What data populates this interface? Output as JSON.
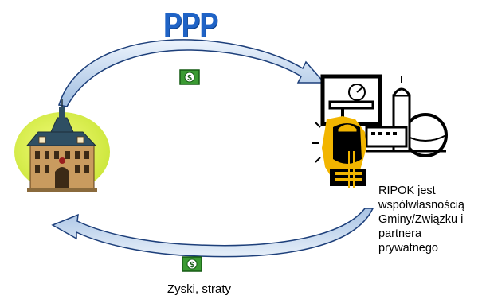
{
  "title": "PPP",
  "partner_description": {
    "lines": [
      "RIPOK jest",
      "współwłasnością",
      "Gminy/Związku i",
      "partnera",
      "prywatnego"
    ]
  },
  "bottom_label": "Zyski, straty",
  "money_symbol": "$",
  "colors": {
    "title": "#1f63c6",
    "arrow_fill_light": "#e9f1fb",
    "arrow_fill_dark": "#8fb0d8",
    "arrow_outline": "#1d3f7a",
    "town_hall_background": "#dff24a",
    "money_green": "#3a9a32"
  },
  "icons": {
    "top_money": "money-bill-icon",
    "bottom_money": "money-bill-icon",
    "left_building": "town-hall-icon",
    "right_industry": "industrial-plant-worker-icon"
  }
}
